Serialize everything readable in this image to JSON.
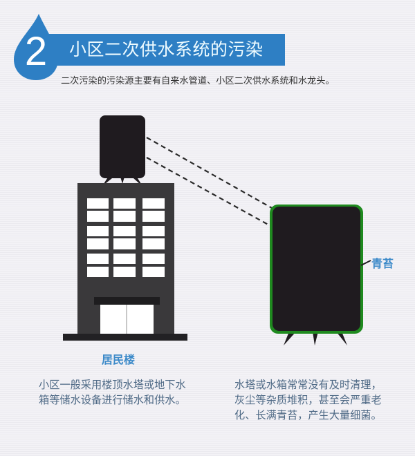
{
  "header": {
    "number": "2",
    "title": "小区二次供水系统的污染",
    "subtitle": "二次污染的污染源主要有自来水管道、小区二次供水系统和水龙头。",
    "accent_color": "#2e7fc4"
  },
  "illustration": {
    "building_label": "居民楼",
    "tank_label": "青苔",
    "building_color": "#3a393b",
    "tank_color": "#1f1b1f",
    "moss_color": "#1f8a1f"
  },
  "captions": {
    "left": [
      "小区一般采用楼顶水塔或地下水",
      "箱等储水设备进行储水和供水。"
    ],
    "right": [
      "水塔或水箱常常没有及时清理，",
      "灰尘等杂质堆积，甚至会严重老",
      "化、长满青苔，产生大量细菌。"
    ]
  }
}
